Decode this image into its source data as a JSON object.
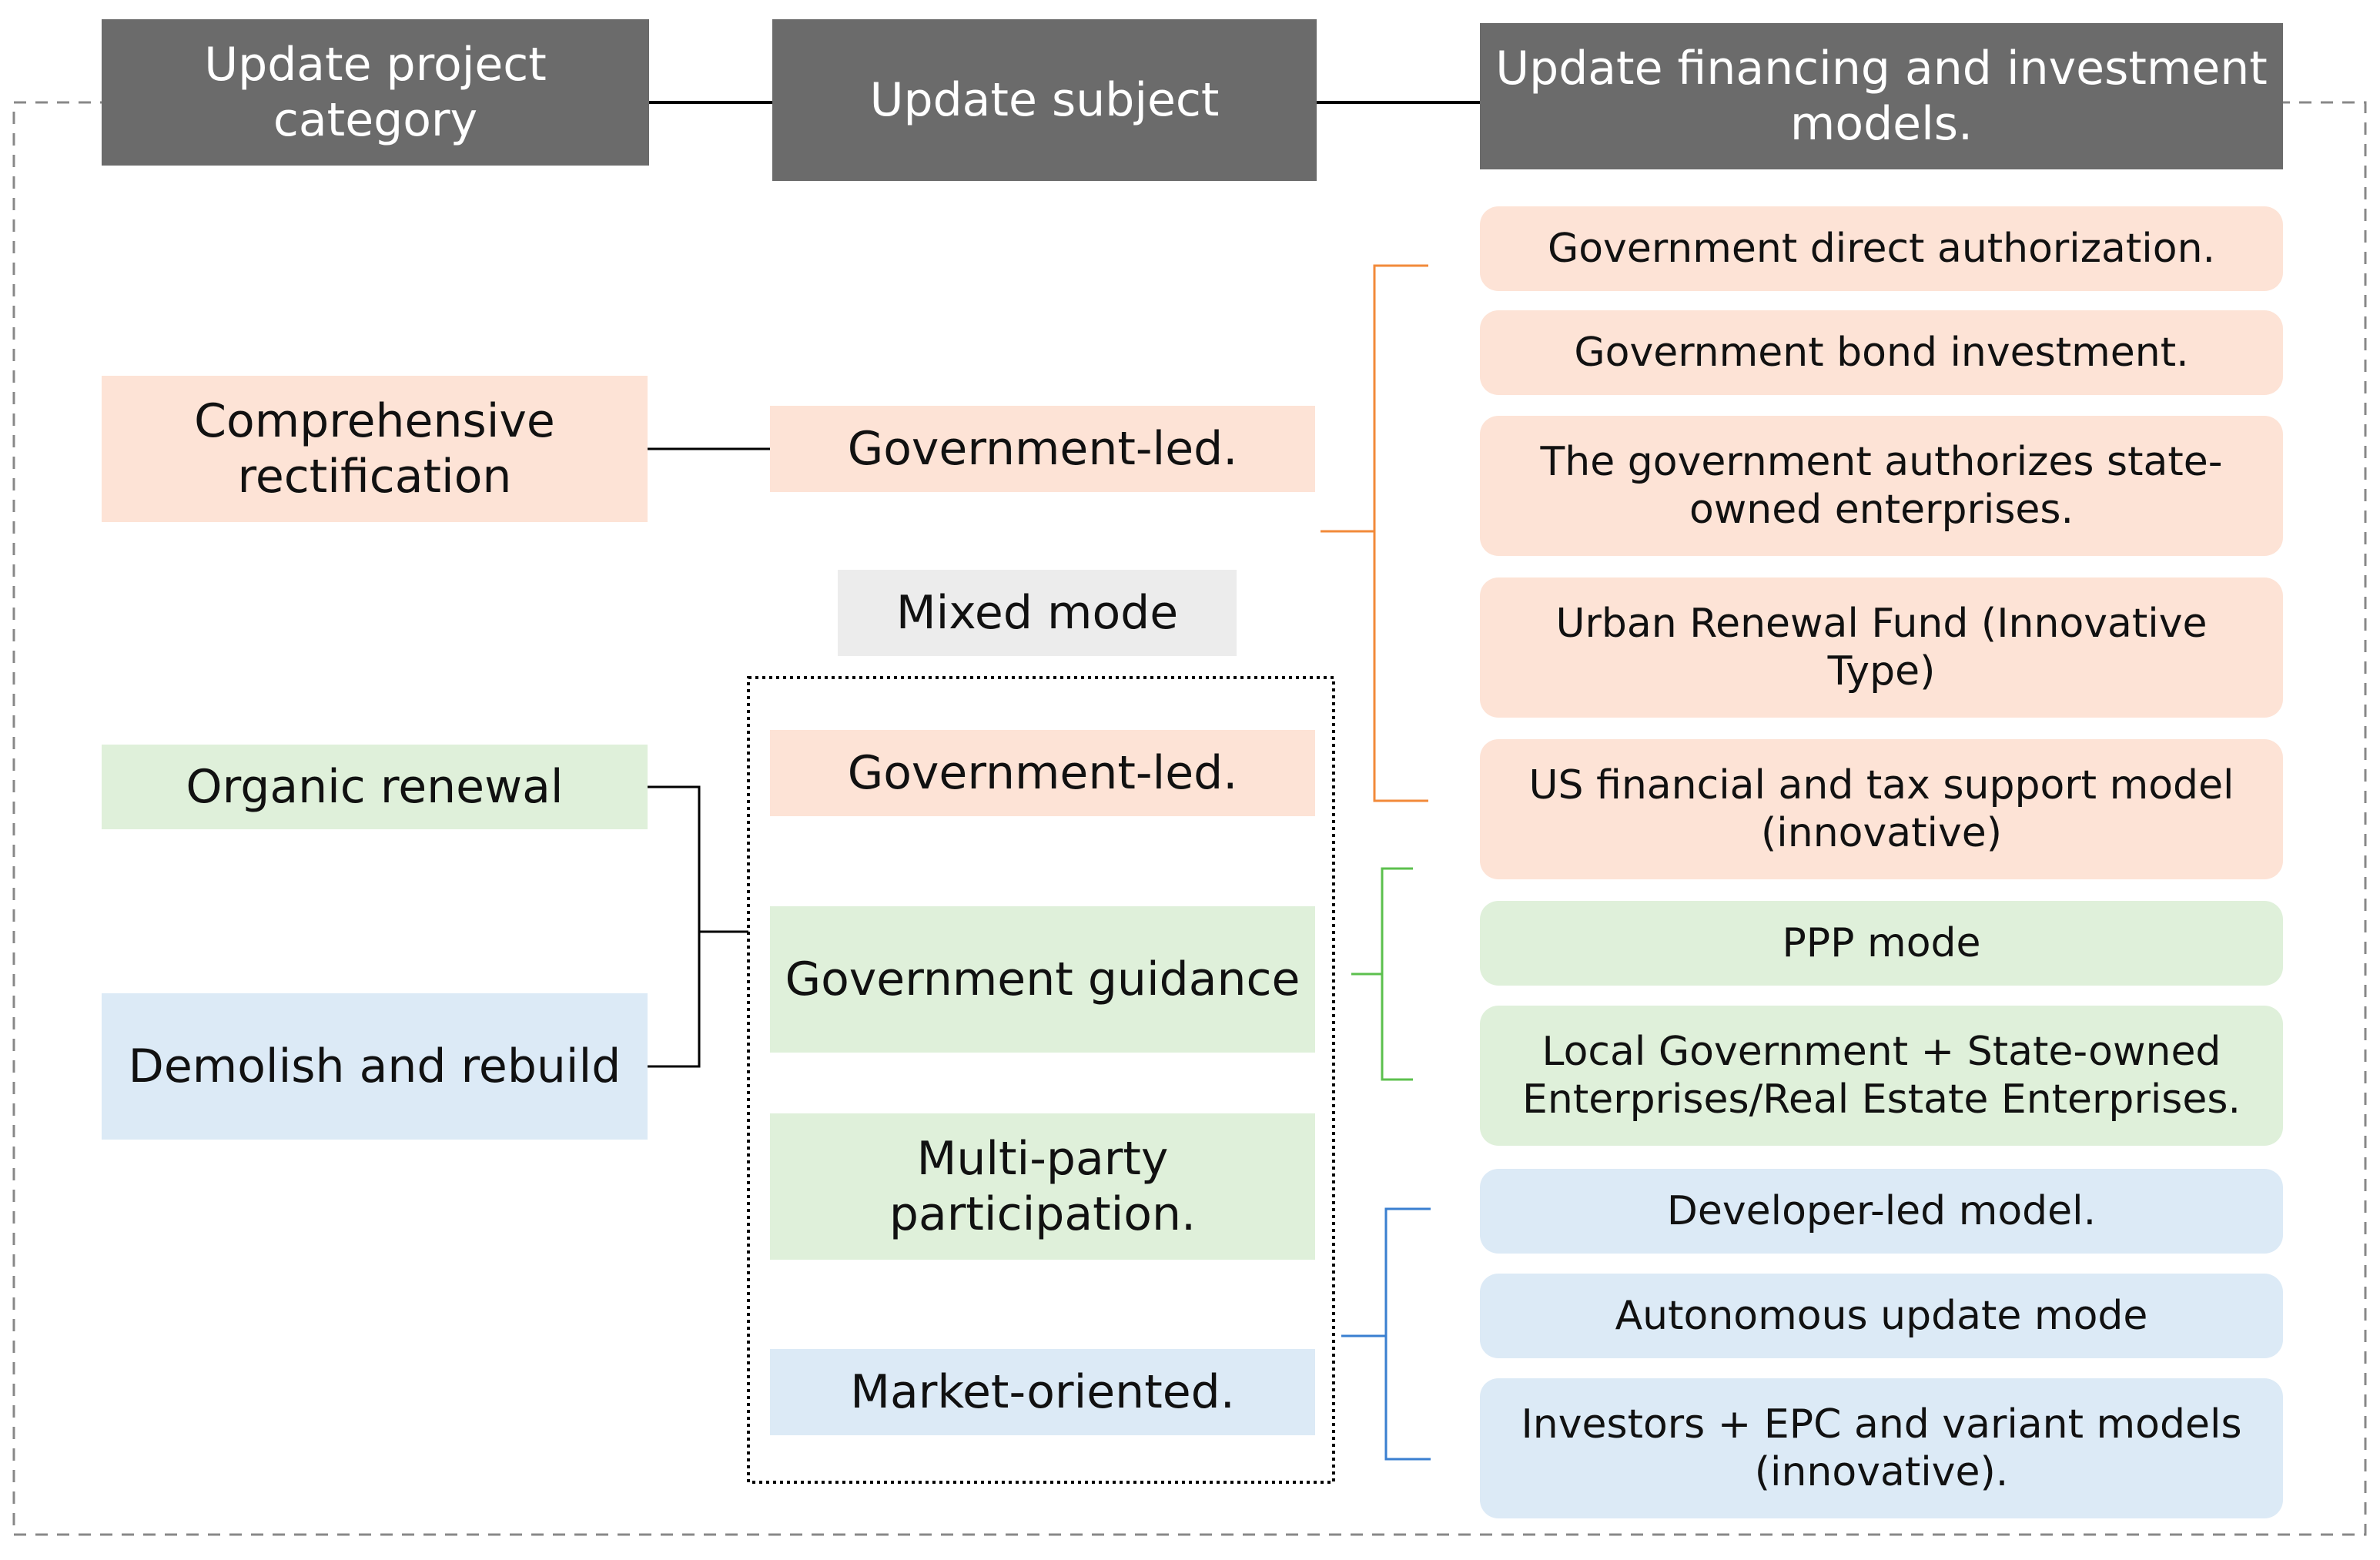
{
  "headers": {
    "category": "Update project category",
    "subject": "Update subject",
    "financing": "Update financing and investment models."
  },
  "categories": [
    {
      "label": "Comprehensive rectification",
      "color": "orange"
    },
    {
      "label": "Organic renewal",
      "color": "green"
    },
    {
      "label": "Demolish and rebuild",
      "color": "blue"
    }
  ],
  "subjects": {
    "top": "Government-led.",
    "mixed_label": "Mixed mode",
    "mixed_items": [
      {
        "label": "Government-led.",
        "color": "orange"
      },
      {
        "label": "Government guidance",
        "color": "green"
      },
      {
        "label": "Multi-party participation.",
        "color": "green"
      },
      {
        "label": "Market-oriented.",
        "color": "blue"
      }
    ]
  },
  "financing_models": [
    {
      "label": "Government direct authorization.",
      "color": "orange"
    },
    {
      "label": "Government bond investment.",
      "color": "orange"
    },
    {
      "label": "The government authorizes state-owned enterprises.",
      "color": "orange"
    },
    {
      "label": "Urban Renewal Fund (Innovative Type)",
      "color": "orange"
    },
    {
      "label": "US financial and tax support model (innovative)",
      "color": "orange"
    },
    {
      "label": "PPP mode",
      "color": "green"
    },
    {
      "label": "Local Government + State-owned Enterprises/Real Estate Enterprises.",
      "color": "green"
    },
    {
      "label": "Developer-led model.",
      "color": "blue"
    },
    {
      "label": "Autonomous update mode",
      "color": "blue"
    },
    {
      "label": "Investors + EPC and variant models (innovative).",
      "color": "blue"
    }
  ],
  "colors": {
    "header": "#6b6b6b",
    "orange_fill": "#fde3d6",
    "green_fill": "#dff0da",
    "blue_fill": "#dceaf6",
    "grey_fill": "#ececec",
    "orange_brace": "#f28a3a",
    "green_brace": "#5cc04e",
    "blue_brace": "#3a7fd0"
  }
}
